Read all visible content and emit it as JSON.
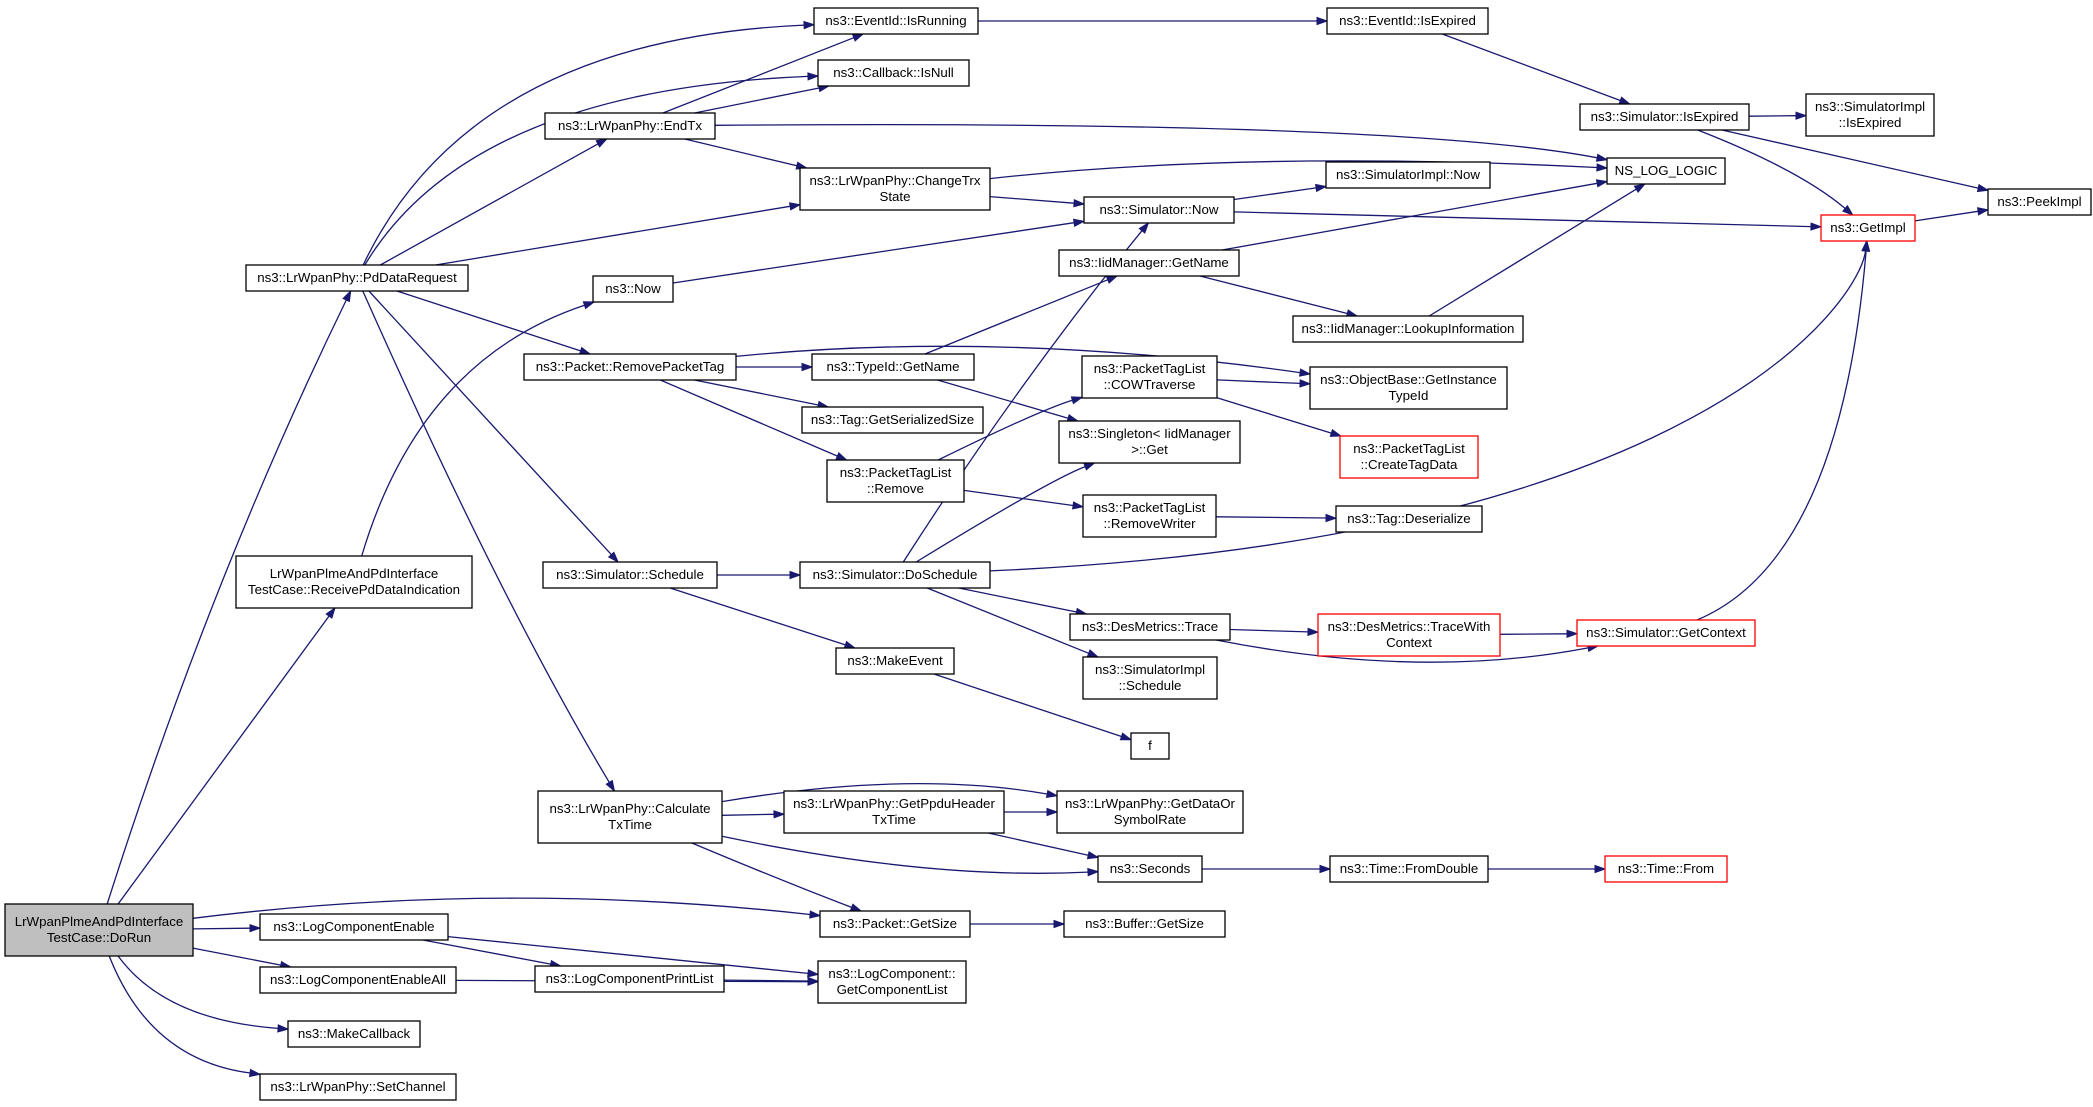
{
  "nodes": [
    {
      "id": "root",
      "lines": [
        "LrWpanPlmeAndPdInterface",
        "TestCase::DoRun"
      ],
      "root": true
    },
    {
      "id": "pddatareq",
      "lines": [
        "ns3::LrWpanPhy::PdDataRequest"
      ]
    },
    {
      "id": "recvind",
      "lines": [
        "LrWpanPlmeAndPdInterface",
        "TestCase::ReceivePdDataIndication"
      ]
    },
    {
      "id": "logcompenable",
      "lines": [
        "ns3::LogComponentEnable"
      ]
    },
    {
      "id": "logcompenableall",
      "lines": [
        "ns3::LogComponentEnableAll"
      ]
    },
    {
      "id": "makecallback",
      "lines": [
        "ns3::MakeCallback"
      ]
    },
    {
      "id": "setchannel",
      "lines": [
        "ns3::LrWpanPhy::SetChannel"
      ]
    },
    {
      "id": "endtx",
      "lines": [
        "ns3::LrWpanPhy::EndTx"
      ]
    },
    {
      "id": "now",
      "lines": [
        "ns3::Now"
      ]
    },
    {
      "id": "removepackettag",
      "lines": [
        "ns3::Packet::RemovePacketTag"
      ]
    },
    {
      "id": "schedule",
      "lines": [
        "ns3::Simulator::Schedule"
      ]
    },
    {
      "id": "calctxtime",
      "lines": [
        "ns3::LrWpanPhy::Calculate",
        "TxTime"
      ]
    },
    {
      "id": "logprintlist",
      "lines": [
        "ns3::LogComponentPrintList"
      ]
    },
    {
      "id": "isrunning",
      "lines": [
        "ns3::EventId::IsRunning"
      ]
    },
    {
      "id": "isnull",
      "lines": [
        "ns3::Callback::IsNull"
      ]
    },
    {
      "id": "changetrx",
      "lines": [
        "ns3::LrWpanPhy::ChangeTrx",
        "State"
      ]
    },
    {
      "id": "typeidgetname",
      "lines": [
        "ns3::TypeId::GetName"
      ]
    },
    {
      "id": "getserialized",
      "lines": [
        "ns3::Tag::GetSerializedSize"
      ]
    },
    {
      "id": "ptlremove",
      "lines": [
        "ns3::PacketTagList",
        "::Remove"
      ]
    },
    {
      "id": "doschedule",
      "lines": [
        "ns3::Simulator::DoSchedule"
      ]
    },
    {
      "id": "makeevent",
      "lines": [
        "ns3::MakeEvent"
      ]
    },
    {
      "id": "getppdu",
      "lines": [
        "ns3::LrWpanPhy::GetPpduHeader",
        "TxTime"
      ]
    },
    {
      "id": "getsize",
      "lines": [
        "ns3::Packet::GetSize"
      ]
    },
    {
      "id": "getcomplist",
      "lines": [
        "ns3::LogComponent::",
        "GetComponentList"
      ]
    },
    {
      "id": "simnow",
      "lines": [
        "ns3::Simulator::Now"
      ]
    },
    {
      "id": "iidgetname",
      "lines": [
        "ns3::IidManager::GetName"
      ]
    },
    {
      "id": "cowtraverse",
      "lines": [
        "ns3::PacketTagList",
        "::COWTraverse"
      ]
    },
    {
      "id": "singleton",
      "lines": [
        "ns3::Singleton< IidManager",
        ">::Get"
      ]
    },
    {
      "id": "removewriter",
      "lines": [
        "ns3::PacketTagList",
        "::RemoveWriter"
      ]
    },
    {
      "id": "desmetricstrace",
      "lines": [
        "ns3::DesMetrics::Trace"
      ]
    },
    {
      "id": "simimplschedule",
      "lines": [
        "ns3::SimulatorImpl",
        "::Schedule"
      ]
    },
    {
      "id": "f",
      "lines": [
        "f"
      ]
    },
    {
      "id": "getdataorsymbol",
      "lines": [
        "ns3::LrWpanPhy::GetDataOr",
        "SymbolRate"
      ]
    },
    {
      "id": "seconds",
      "lines": [
        "ns3::Seconds"
      ]
    },
    {
      "id": "buffergetsize",
      "lines": [
        "ns3::Buffer::GetSize"
      ]
    },
    {
      "id": "isexpired",
      "lines": [
        "ns3::EventId::IsExpired"
      ]
    },
    {
      "id": "simimplnow",
      "lines": [
        "ns3::SimulatorImpl::Now"
      ]
    },
    {
      "id": "lookupinfo",
      "lines": [
        "ns3::IidManager::LookupInformation"
      ]
    },
    {
      "id": "objbase",
      "lines": [
        "ns3::ObjectBase::GetInstance",
        "TypeId"
      ]
    },
    {
      "id": "createtagdata",
      "lines": [
        "ns3::PacketTagList",
        "::CreateTagData"
      ],
      "red": true
    },
    {
      "id": "tagdeserialize",
      "lines": [
        "ns3::Tag::Deserialize"
      ]
    },
    {
      "id": "tracewithctx",
      "lines": [
        "ns3::DesMetrics::TraceWith",
        "Context"
      ],
      "red": true
    },
    {
      "id": "fromdouble",
      "lines": [
        "ns3::Time::FromDouble"
      ]
    },
    {
      "id": "simisexpired",
      "lines": [
        "ns3::Simulator::IsExpired"
      ]
    },
    {
      "id": "nsloglogic",
      "lines": [
        "NS_LOG_LOGIC"
      ]
    },
    {
      "id": "simgetcontext",
      "lines": [
        "ns3::Simulator::GetContext"
      ],
      "red": true
    },
    {
      "id": "timefrom",
      "lines": [
        "ns3::Time::From"
      ],
      "red": true
    },
    {
      "id": "simimplisexpired",
      "lines": [
        "ns3::SimulatorImpl",
        "::IsExpired"
      ]
    },
    {
      "id": "getimpl",
      "lines": [
        "ns3::GetImpl"
      ],
      "red": true
    },
    {
      "id": "peekimpl",
      "lines": [
        "ns3::PeekImpl"
      ]
    }
  ],
  "edges": [
    [
      "root",
      "pddatareq"
    ],
    [
      "root",
      "recvind"
    ],
    [
      "root",
      "logcompenable"
    ],
    [
      "root",
      "logcompenableall"
    ],
    [
      "root",
      "makecallback"
    ],
    [
      "root",
      "setchannel"
    ],
    [
      "root",
      "getsize"
    ],
    [
      "pddatareq",
      "endtx"
    ],
    [
      "pddatareq",
      "isrunning"
    ],
    [
      "pddatareq",
      "isnull"
    ],
    [
      "pddatareq",
      "changetrx"
    ],
    [
      "pddatareq",
      "removepackettag"
    ],
    [
      "pddatareq",
      "schedule"
    ],
    [
      "pddatareq",
      "calctxtime"
    ],
    [
      "recvind",
      "now"
    ],
    [
      "logcompenable",
      "logprintlist"
    ],
    [
      "logcompenable",
      "getcomplist"
    ],
    [
      "logcompenableall",
      "getcomplist"
    ],
    [
      "logprintlist",
      "getcomplist"
    ],
    [
      "endtx",
      "isrunning"
    ],
    [
      "endtx",
      "isnull"
    ],
    [
      "endtx",
      "changetrx"
    ],
    [
      "endtx",
      "nsloglogic"
    ],
    [
      "now",
      "simnow"
    ],
    [
      "removepackettag",
      "typeidgetname"
    ],
    [
      "removepackettag",
      "getserialized"
    ],
    [
      "removepackettag",
      "ptlremove"
    ],
    [
      "removepackettag",
      "objbase"
    ],
    [
      "schedule",
      "doschedule"
    ],
    [
      "schedule",
      "makeevent"
    ],
    [
      "calctxtime",
      "getppdu"
    ],
    [
      "calctxtime",
      "getdataorsymbol"
    ],
    [
      "calctxtime",
      "seconds"
    ],
    [
      "calctxtime",
      "getsize"
    ],
    [
      "isrunning",
      "isexpired"
    ],
    [
      "changetrx",
      "nsloglogic"
    ],
    [
      "changetrx",
      "simnow"
    ],
    [
      "typeidgetname",
      "iidgetname"
    ],
    [
      "typeidgetname",
      "singleton"
    ],
    [
      "ptlremove",
      "cowtraverse"
    ],
    [
      "ptlremove",
      "removewriter"
    ],
    [
      "doschedule",
      "simnow"
    ],
    [
      "doschedule",
      "singleton"
    ],
    [
      "doschedule",
      "desmetricstrace"
    ],
    [
      "doschedule",
      "simimplschedule"
    ],
    [
      "doschedule",
      "getimpl"
    ],
    [
      "makeevent",
      "f"
    ],
    [
      "getppdu",
      "getdataorsymbol"
    ],
    [
      "getppdu",
      "seconds"
    ],
    [
      "getsize",
      "buffergetsize"
    ],
    [
      "simnow",
      "simimplnow"
    ],
    [
      "simnow",
      "getimpl"
    ],
    [
      "iidgetname",
      "nsloglogic"
    ],
    [
      "iidgetname",
      "lookupinfo"
    ],
    [
      "cowtraverse",
      "objbase"
    ],
    [
      "cowtraverse",
      "createtagdata"
    ],
    [
      "removewriter",
      "tagdeserialize"
    ],
    [
      "desmetricstrace",
      "tracewithctx"
    ],
    [
      "desmetricstrace",
      "simgetcontext"
    ],
    [
      "tracewithctx",
      "simgetcontext"
    ],
    [
      "seconds",
      "fromdouble"
    ],
    [
      "fromdouble",
      "timefrom"
    ],
    [
      "isexpired",
      "simisexpired"
    ],
    [
      "simisexpired",
      "simimplisexpired"
    ],
    [
      "simisexpired",
      "getimpl"
    ],
    [
      "simisexpired",
      "peekimpl"
    ],
    [
      "lookupinfo",
      "nsloglogic"
    ],
    [
      "simgetcontext",
      "getimpl"
    ],
    [
      "getimpl",
      "peekimpl"
    ]
  ]
}
